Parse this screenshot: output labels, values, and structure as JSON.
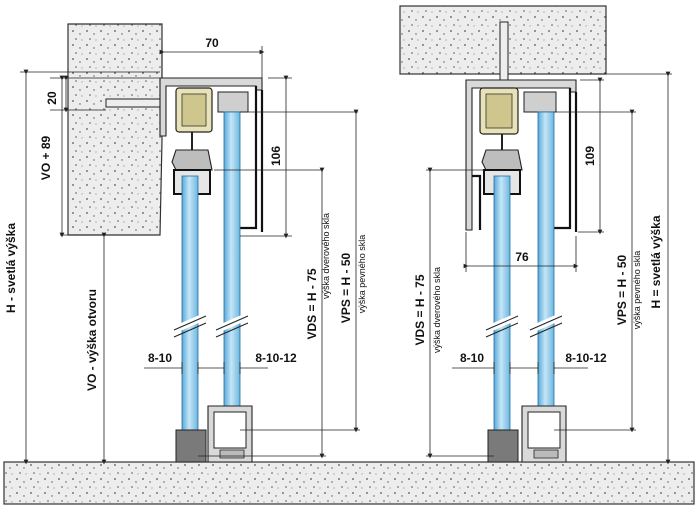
{
  "left_section": {
    "dim_width": "70",
    "dim_top": "20",
    "dim_height": "106",
    "label_vo89": "VO + 89",
    "label_h": "H - svetlá výška",
    "label_vo": "VO - výška otvoru",
    "label_vds": "VDS = H - 75",
    "label_vds_sub": "výška dverového skla",
    "label_vps": "VPS = H - 50",
    "label_vps_sub": "výška pevného skla",
    "gap_left": "8-10",
    "gap_right": "8-10-12"
  },
  "right_section": {
    "dim_height": "109",
    "dim_width": "76",
    "label_vds": "VDS = H - 75",
    "label_vds_sub": "výška dverového skla",
    "label_vps": "VPS = H - 50",
    "label_vps_sub": "výška pevného skla",
    "label_h": "H = svetlá výška",
    "gap_left": "8-10",
    "gap_right": "8-10-12"
  },
  "colors": {
    "glass": "#8cc9ea",
    "concrete": "#ececec",
    "aluminium": "#d9d9d9"
  }
}
